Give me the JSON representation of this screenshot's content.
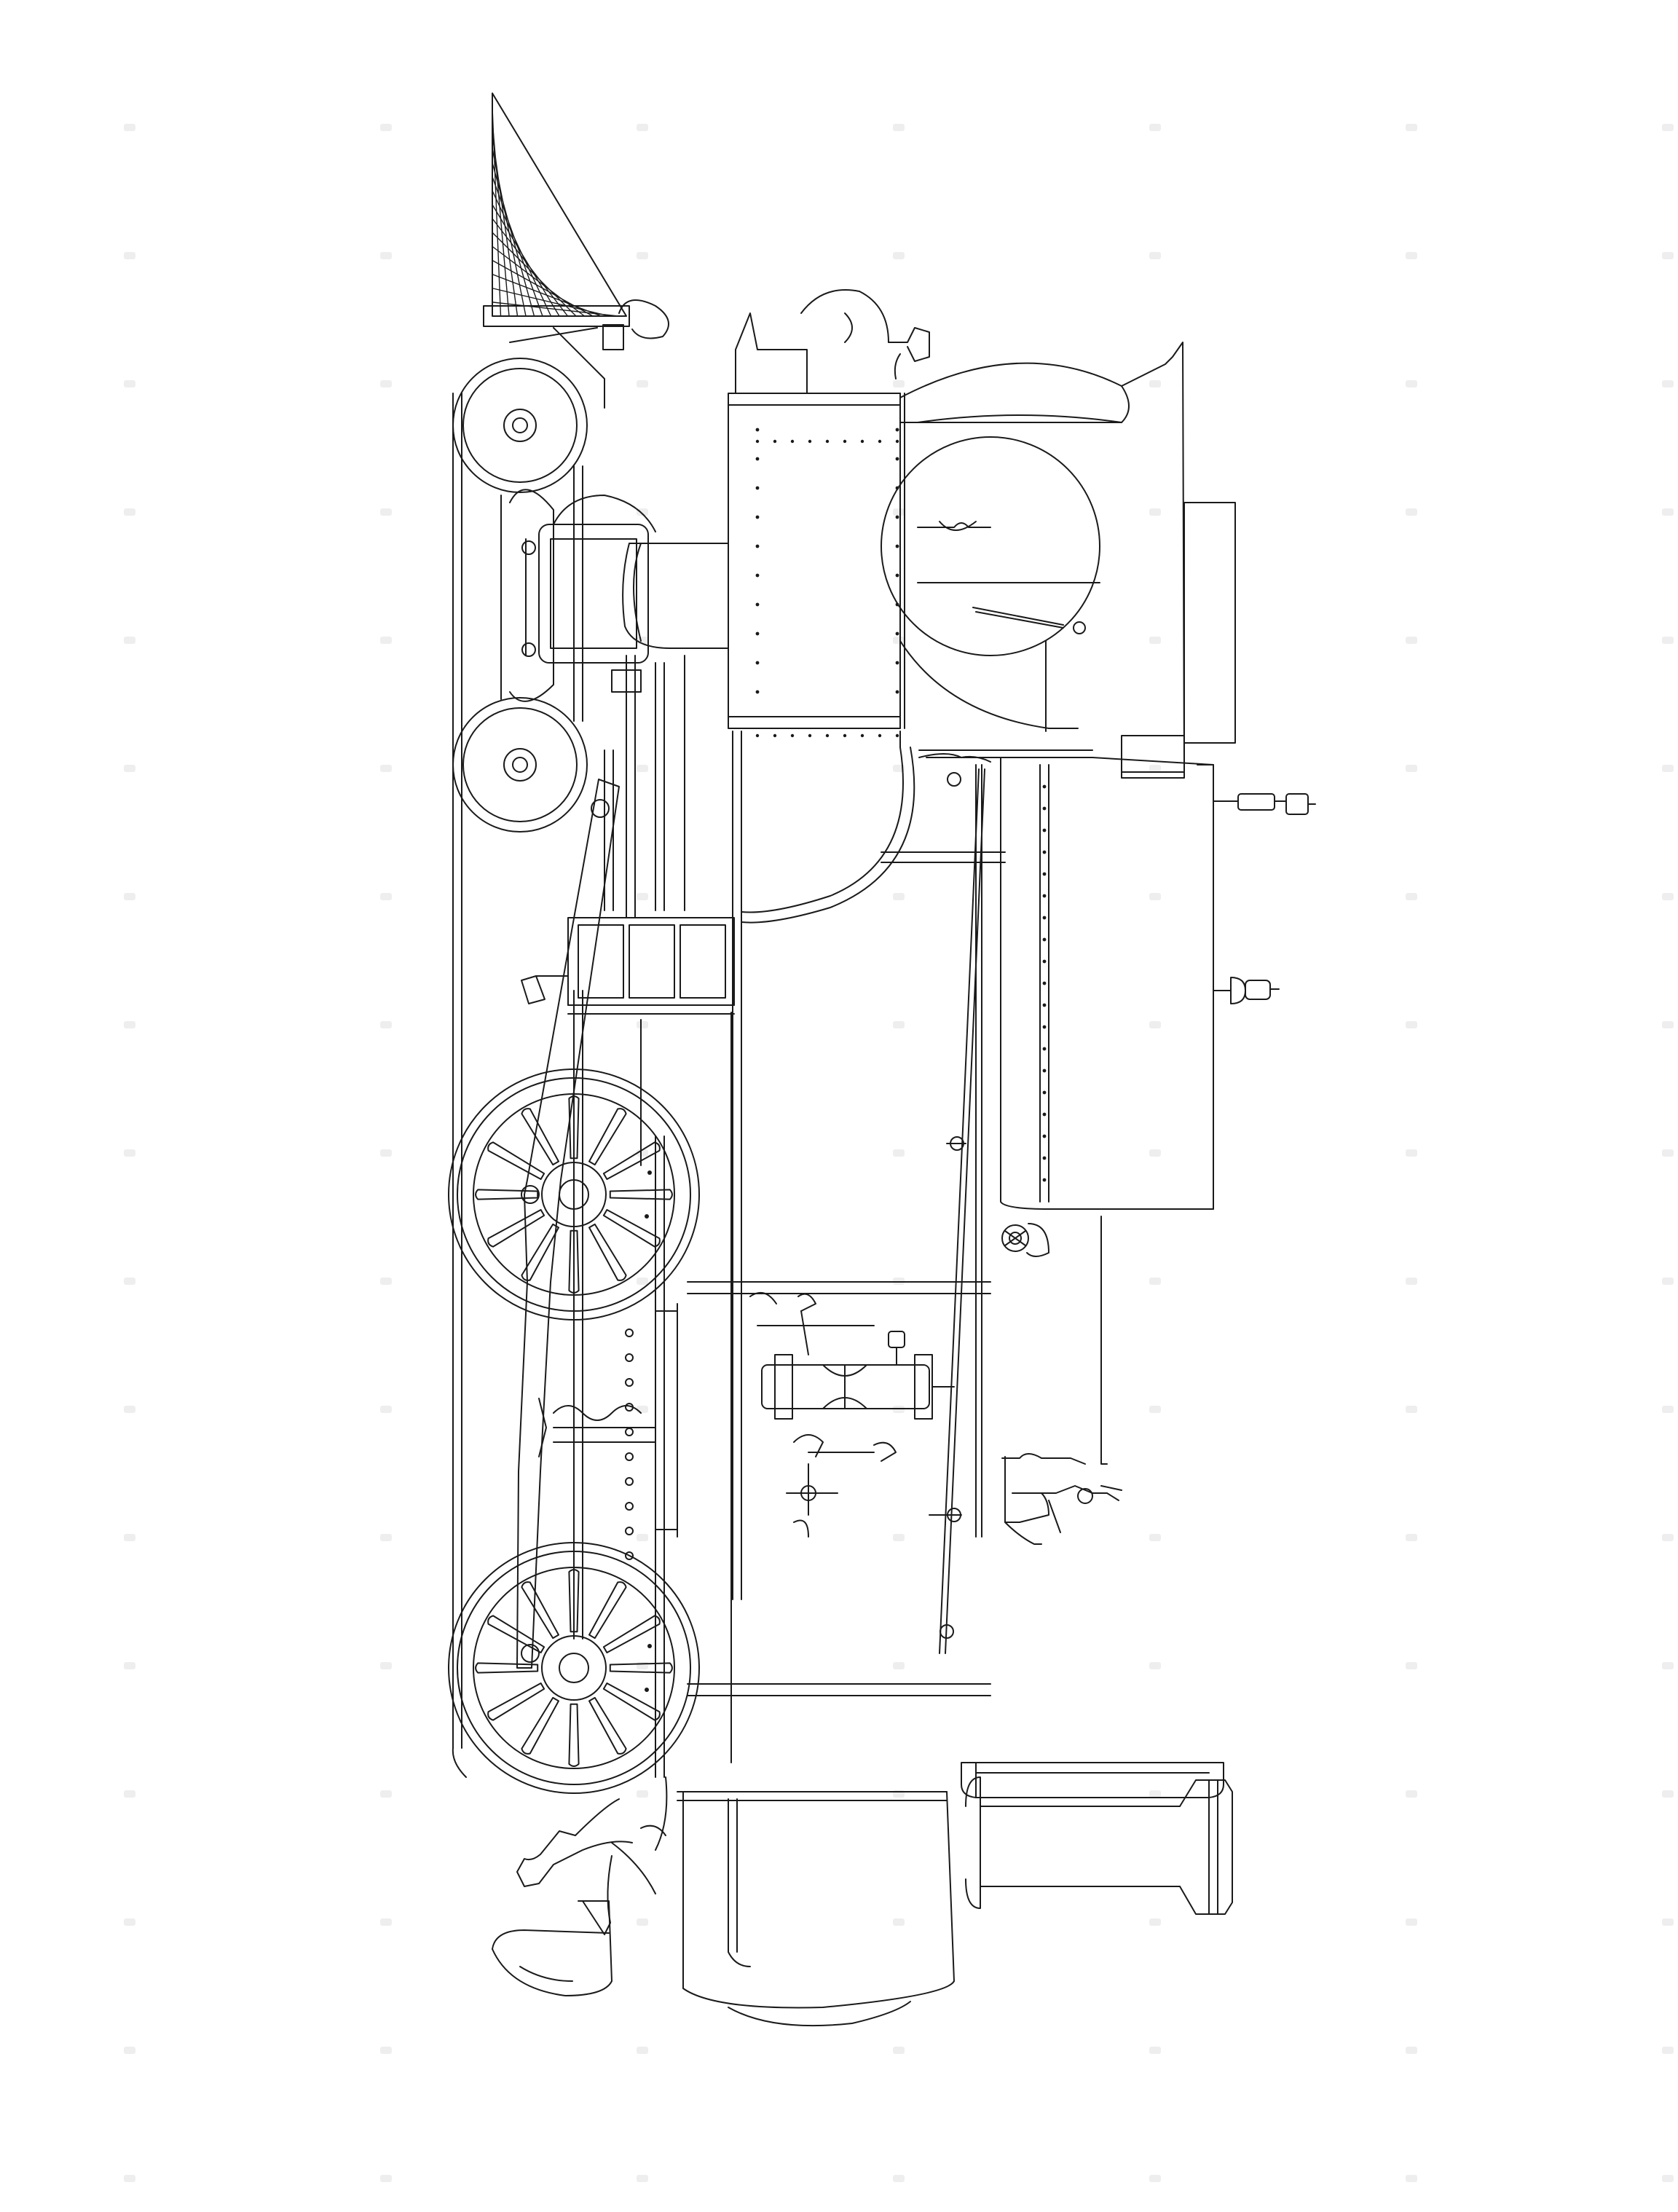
{
  "drawing": {
    "subject": "steam-locomotive-side-elevation-line-drawing",
    "orientation": "rotated-90-degrees",
    "line_color": "#1a1a1a",
    "background_color": "#ffffff",
    "parts": [
      "cowcatcher",
      "pilot-wheels",
      "smokebox",
      "headlamp",
      "steam-dome",
      "sand-dome",
      "boiler",
      "cylinder",
      "driving-wheel-front",
      "driving-wheel-rear",
      "side-rod",
      "crosshead-guide",
      "cab",
      "cab-window",
      "smokestack",
      "tender-coupler",
      "running-board",
      "handrail",
      "whistle",
      "bell",
      "sand-pipe",
      "valve-gear",
      "firebox",
      "rivet-row"
    ]
  }
}
